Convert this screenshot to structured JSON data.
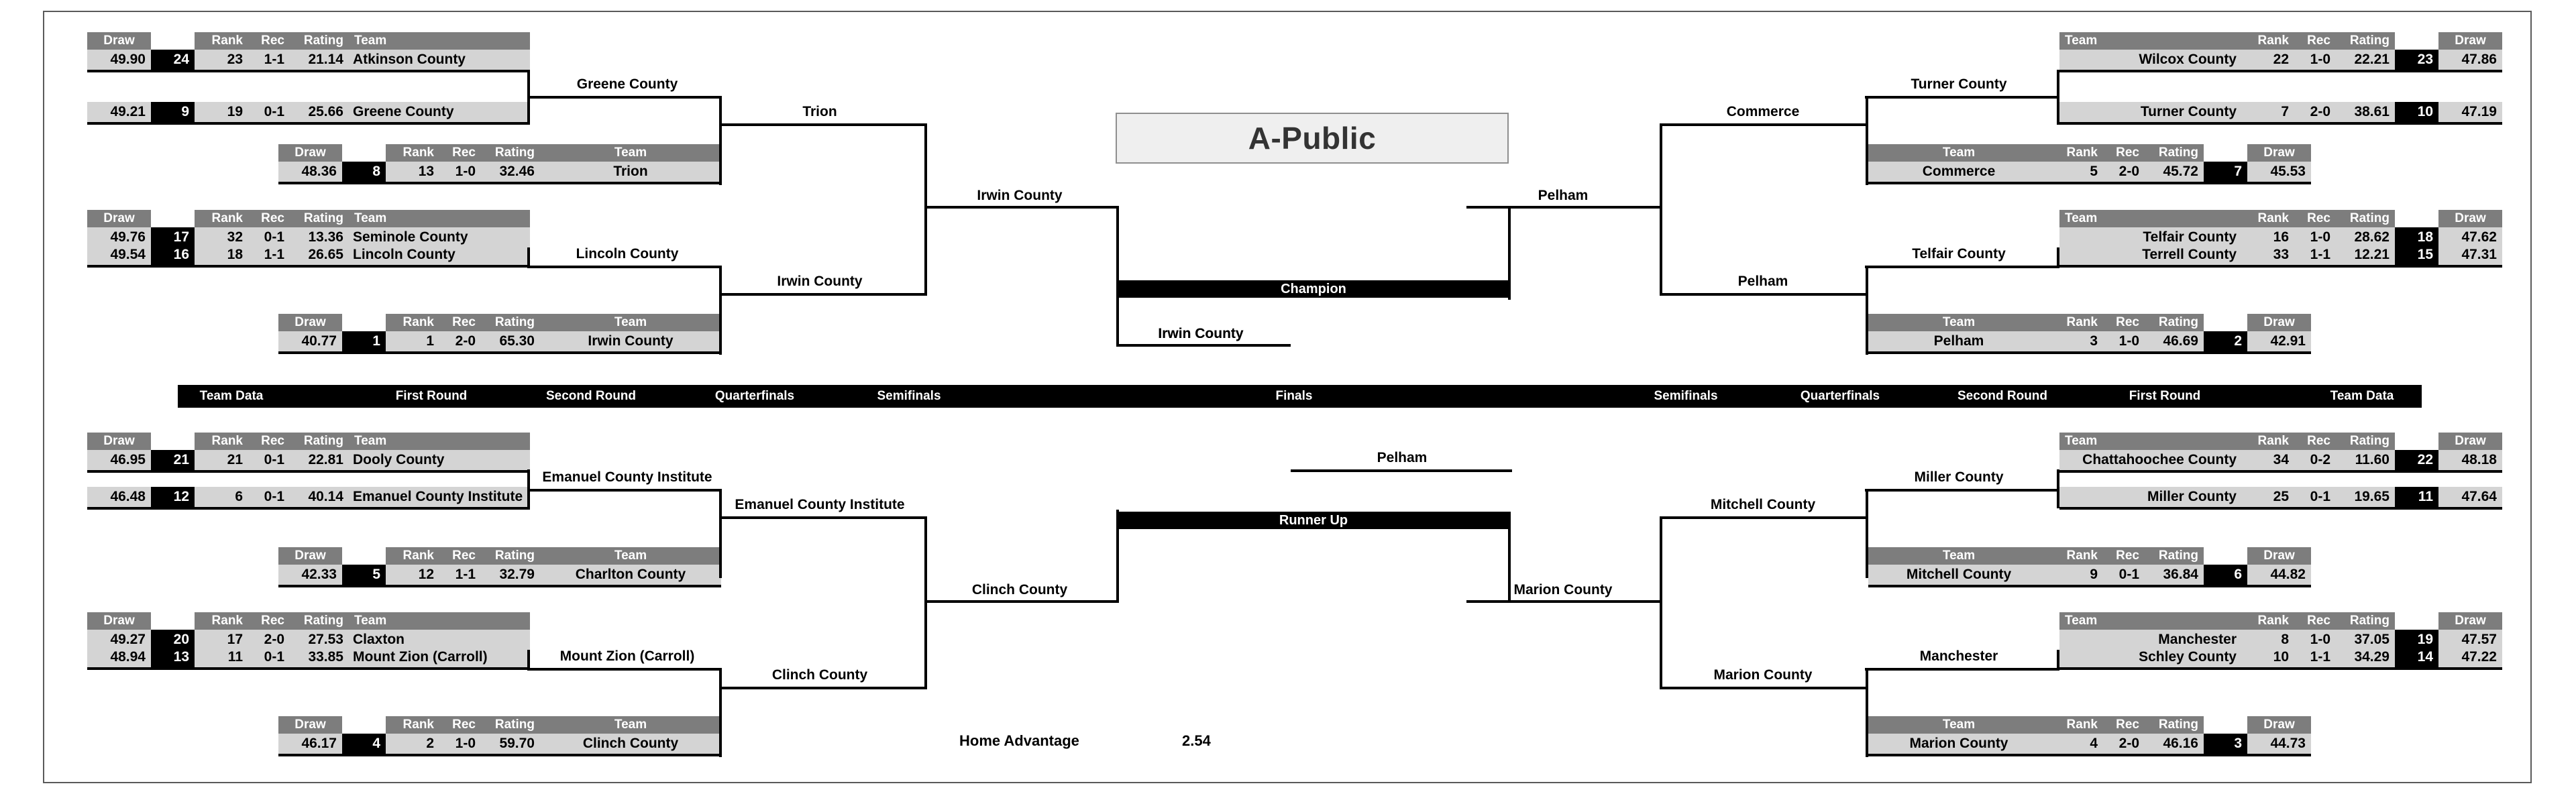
{
  "title": "A-Public",
  "divider": {
    "labels_left": [
      "Team Data",
      "First Round",
      "Second Round",
      "Quarterfinals",
      "Semifinals",
      "Finals"
    ],
    "labels_right": [
      "Semifinals",
      "Quarterfinals",
      "Second Round",
      "First Round",
      "Team Data"
    ]
  },
  "headers": {
    "draw": "Draw",
    "rank": "Rank",
    "rec": "Rec",
    "rating": "Rating",
    "team": "Team"
  },
  "results": {
    "champion_label": "Champion",
    "champion": "Irwin County",
    "runnerup_label": "Runner Up",
    "runnerup": "Pelham"
  },
  "home_advantage": {
    "label": "Home Advantage",
    "value": "2.54"
  },
  "left_top": {
    "first_round": [
      {
        "draw": "49.90",
        "seed": "24",
        "rank": "23",
        "rec": "1-1",
        "rating": "21.14",
        "team": "Atkinson County"
      },
      {
        "draw": "49.21",
        "seed": "9",
        "rank": "19",
        "rec": "0-1",
        "rating": "25.66",
        "team": "Greene County"
      }
    ],
    "second_round_bye": {
      "draw": "48.36",
      "seed": "8",
      "rank": "13",
      "rec": "1-0",
      "rating": "32.46",
      "team": "Trion"
    },
    "first_round_winner": "Greene County",
    "second_round_winner": "Trion",
    "first_round_2": [
      {
        "draw": "49.76",
        "seed": "17",
        "rank": "32",
        "rec": "0-1",
        "rating": "13.36",
        "team": "Seminole County"
      },
      {
        "draw": "49.54",
        "seed": "16",
        "rank": "18",
        "rec": "1-1",
        "rating": "26.65",
        "team": "Lincoln County"
      }
    ],
    "second_round_bye_2": {
      "draw": "40.77",
      "seed": "1",
      "rank": "1",
      "rec": "2-0",
      "rating": "65.30",
      "team": "Irwin County"
    },
    "first_round_winner_2": "Lincoln County",
    "second_round_winner_2": "Irwin County",
    "quarterfinal_winner": "Irwin County",
    "semifinal_winner": "Irwin County"
  },
  "left_bottom": {
    "first_round": [
      {
        "draw": "46.95",
        "seed": "21",
        "rank": "21",
        "rec": "0-1",
        "rating": "22.81",
        "team": "Dooly County"
      },
      {
        "draw": "46.48",
        "seed": "12",
        "rank": "6",
        "rec": "0-1",
        "rating": "40.14",
        "team": "Emanuel County Institute"
      }
    ],
    "second_round_bye": {
      "draw": "42.33",
      "seed": "5",
      "rank": "12",
      "rec": "1-1",
      "rating": "32.79",
      "team": "Charlton County"
    },
    "first_round_winner": "Emanuel County Institute",
    "second_round_winner": "Emanuel County Institute",
    "first_round_2": [
      {
        "draw": "49.27",
        "seed": "20",
        "rank": "17",
        "rec": "2-0",
        "rating": "27.53",
        "team": "Claxton"
      },
      {
        "draw": "48.94",
        "seed": "13",
        "rank": "11",
        "rec": "0-1",
        "rating": "33.85",
        "team": "Mount Zion (Carroll)"
      }
    ],
    "second_round_bye_2": {
      "draw": "46.17",
      "seed": "4",
      "rank": "2",
      "rec": "1-0",
      "rating": "59.70",
      "team": "Clinch County"
    },
    "first_round_winner_2": "Mount Zion (Carroll)",
    "second_round_winner_2": "Clinch County",
    "quarterfinal_winner": "Clinch County"
  },
  "right_top": {
    "first_round": [
      {
        "team": "Wilcox County",
        "rank": "22",
        "rec": "1-0",
        "rating": "22.21",
        "seed": "23",
        "draw": "47.86"
      },
      {
        "team": "Turner County",
        "rank": "7",
        "rec": "2-0",
        "rating": "38.61",
        "seed": "10",
        "draw": "47.19"
      }
    ],
    "second_round_bye": {
      "team": "Commerce",
      "rank": "5",
      "rec": "2-0",
      "rating": "45.72",
      "seed": "7",
      "draw": "45.53"
    },
    "first_round_winner": "Turner County",
    "second_round_winner": "Commerce",
    "first_round_2": [
      {
        "team": "Telfair County",
        "rank": "16",
        "rec": "1-0",
        "rating": "28.62",
        "seed": "18",
        "draw": "47.62"
      },
      {
        "team": "Terrell County",
        "rank": "33",
        "rec": "1-1",
        "rating": "12.21",
        "seed": "15",
        "draw": "47.31"
      }
    ],
    "second_round_bye_2": {
      "team": "Pelham",
      "rank": "3",
      "rec": "1-0",
      "rating": "46.69",
      "seed": "2",
      "draw": "42.91"
    },
    "first_round_winner_2": "Telfair County",
    "second_round_winner_2": "Pelham",
    "quarterfinal_winner": "Pelham",
    "semifinal_winner": "Pelham"
  },
  "right_bottom": {
    "first_round": [
      {
        "team": "Chattahoochee County",
        "rank": "34",
        "rec": "0-2",
        "rating": "11.60",
        "seed": "22",
        "draw": "48.18"
      },
      {
        "team": "Miller County",
        "rank": "25",
        "rec": "0-1",
        "rating": "19.65",
        "seed": "11",
        "draw": "47.64"
      }
    ],
    "second_round_bye": {
      "team": "Mitchell County",
      "rank": "9",
      "rec": "0-1",
      "rating": "36.84",
      "seed": "6",
      "draw": "44.82"
    },
    "first_round_winner": "Miller County",
    "second_round_winner": "Mitchell County",
    "first_round_2": [
      {
        "team": "Manchester",
        "rank": "8",
        "rec": "1-0",
        "rating": "37.05",
        "seed": "19",
        "draw": "47.57"
      },
      {
        "team": "Schley County",
        "rank": "10",
        "rec": "1-1",
        "rating": "34.29",
        "seed": "14",
        "draw": "47.22"
      }
    ],
    "second_round_bye_2": {
      "team": "Marion County",
      "rank": "4",
      "rec": "2-0",
      "rating": "46.16",
      "seed": "3",
      "draw": "44.73"
    },
    "first_round_winner_2": "Manchester",
    "second_round_winner_2": "Marion County",
    "quarterfinal_winner": "Marion County"
  }
}
